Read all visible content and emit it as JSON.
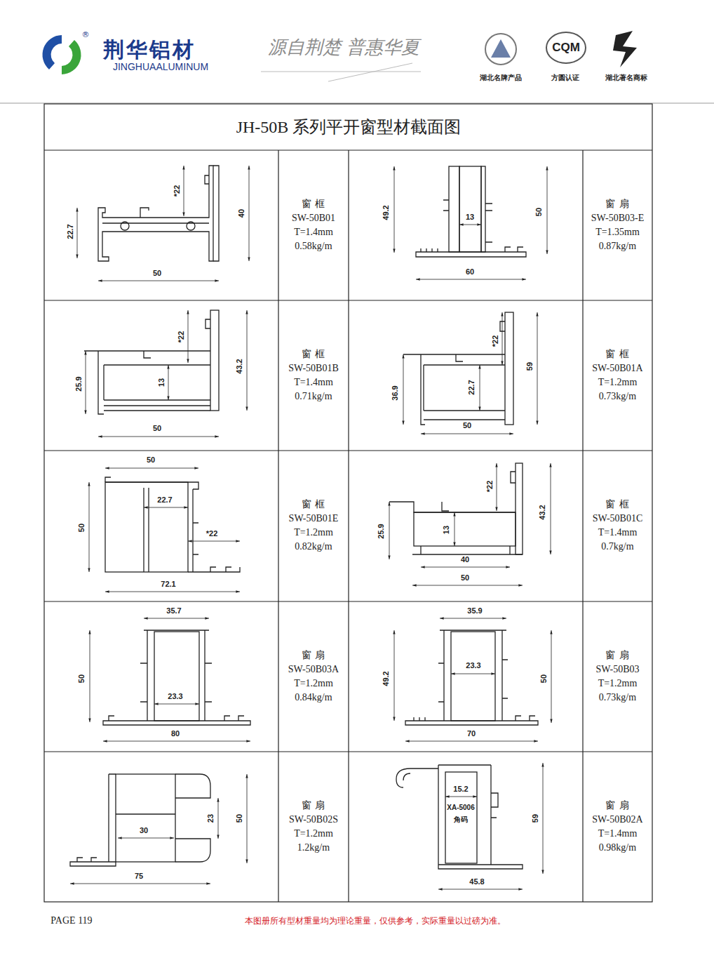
{
  "diagram": {
    "title": "JH-50B 系列平开窗型材截面图",
    "nodes": [
      {
        "text": [
          "窗 框",
          "SW-50B01",
          "T=1.4mm",
          "0.58kg/m"
        ]
      },
      {
        "text": [
          "窗 扇",
          "SW-50B03-E",
          "T=1.35mm",
          "0.87kg/m"
        ]
      },
      {
        "text": [
          "窗 框",
          "SW-50B01B",
          "T=1.4mm",
          "0.71kg/m"
        ]
      },
      {
        "text": [
          "窗 框",
          "SW-50B01A",
          "T=1.2mm",
          "0.73kg/m"
        ]
      },
      {
        "text": [
          "窗 框",
          "SW-50B01E",
          "T=1.2mm",
          "0.82kg/m"
        ]
      },
      {
        "text": [
          "窗 框",
          "SW-50B01C",
          "T=1.4mm",
          "0.7kg/m"
        ]
      },
      {
        "text": [
          "窗 扇",
          "SW-50B03A",
          "T=1.2mm",
          "0.84kg/m"
        ]
      },
      {
        "text": [
          "窗 扇",
          "SW-50B03",
          "T=1.2mm",
          "0.73kg/m"
        ]
      },
      {
        "text": [
          "窗 扇",
          "SW-50B02S",
          "T=1.2mm",
          "1.2kg/m"
        ]
      },
      {
        "text": [
          "窗 扇",
          "SW-50B02A",
          "T=1.4mm",
          "0.98kg/m"
        ]
      }
    ],
    "labels": [
      "®",
      "荆华铝材",
      "JINGHUAALUMINUM",
      "源自荆楚  普惠华夏",
      "CQM",
      "湖北名牌产品",
      "方圆认证",
      "湖北著名商标",
      "*22",
      "40",
      "22.7",
      "50",
      "49.2",
      "13",
      "50",
      "60",
      "*22",
      "13",
      "43.2",
      "25.9",
      "50",
      "*22",
      "59",
      "36.9",
      "22.7",
      "50",
      "50",
      "22.7",
      "50",
      "*22",
      "72.1",
      "*22",
      "43.2",
      "25.9",
      "13",
      "40",
      "50",
      "35.7",
      "50",
      "23.3",
      "80",
      "35.9",
      "49.2",
      "23.3",
      "50",
      "70",
      "23",
      "50",
      "30",
      "75",
      "15.2",
      "XA-5006",
      "角码",
      "59",
      "45.8",
      "PAGE 119",
      "本图册所有型材重量均为理论重量，仅供参考，实际重量以过磅为准。"
    ]
  }
}
